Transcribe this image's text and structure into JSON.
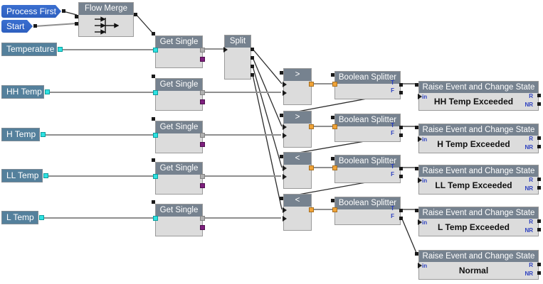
{
  "sources": {
    "process_first": "Process First",
    "start": "Start"
  },
  "tags": {
    "temperature": "Temperature",
    "hh": "HH Temp",
    "h": "H Temp",
    "ll": "LL Temp",
    "l": "L Temp"
  },
  "node_titles": {
    "flow_merge": "Flow Merge",
    "get_single": "Get Single",
    "split": "Split",
    "greater": ">",
    "less": "<",
    "boolean_splitter": "Boolean Splitter",
    "raise_event": "Raise Event and Change State"
  },
  "states": {
    "hh": "HH Temp Exceeded",
    "h": "H Temp Exceeded",
    "ll": "LL Temp Exceeded",
    "l": "L Temp Exceeded",
    "normal": "Normal"
  },
  "port_labels": {
    "in": "in",
    "t": "T",
    "f": "F",
    "r": "R",
    "nr": "NR"
  },
  "colors": {
    "node_header": "#76828f",
    "node_body": "#dcdcdc",
    "tag_blue": "#54809c",
    "source_blue": "#2e60c0",
    "port_cyan": "#2ee2e2",
    "port_orange": "#f0a338",
    "port_purple": "#7d1f7d",
    "port_gray": "#b0b0b0",
    "port_label_blue": "#2b3fbf",
    "wire_value": "#8f8f8f",
    "wire_flow": "#2b2b2b"
  }
}
